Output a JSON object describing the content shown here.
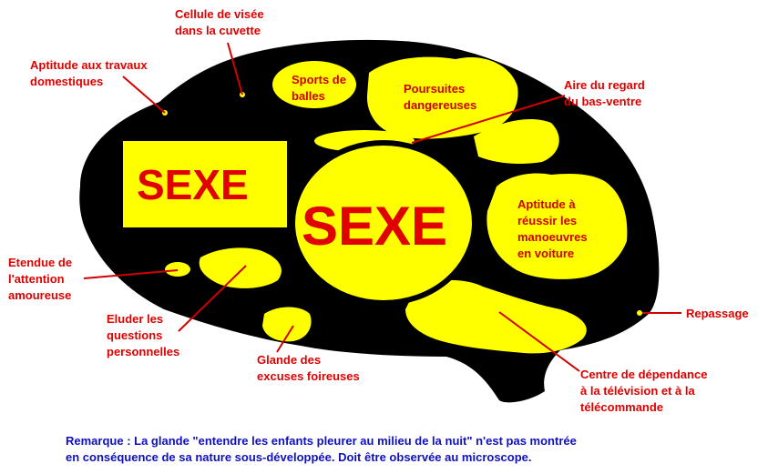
{
  "colors": {
    "lobe": "#ffff00",
    "brain": "#000000",
    "label": "#e00000",
    "note": "#1010c0"
  },
  "inner": {
    "sexe_box": "SEXE",
    "sexe_circle": "SEXE",
    "sports": [
      "Sports de",
      "balles"
    ],
    "poursuites": [
      "Poursuites",
      "dangereuses"
    ],
    "manoeuvres": [
      "Aptitude à",
      "réussir les",
      "manoeuvres",
      "en voiture"
    ]
  },
  "labels": {
    "visee": [
      "Cellule de visée",
      "dans la cuvette"
    ],
    "domestiques": [
      "Aptitude aux travaux",
      "domestiques"
    ],
    "regard": [
      "Aire du regard",
      "du bas-ventre"
    ],
    "attention": [
      "Etendue de",
      "l'attention",
      "amoureuse"
    ],
    "eluder": [
      "Eluder les",
      "questions",
      "personnelles"
    ],
    "glande": [
      "Glande des",
      "excuses foireuses"
    ],
    "repassage": [
      "Repassage"
    ],
    "dependance": [
      "Centre de dépendance",
      "à la télévision et à la",
      "télécommande"
    ]
  },
  "note": [
    "Remarque : La glande \"entendre les enfants pleurer au milieu de la nuit\" n'est pas montrée",
    "en conséquence de sa nature sous-développée. Doit être observée au microscope."
  ]
}
